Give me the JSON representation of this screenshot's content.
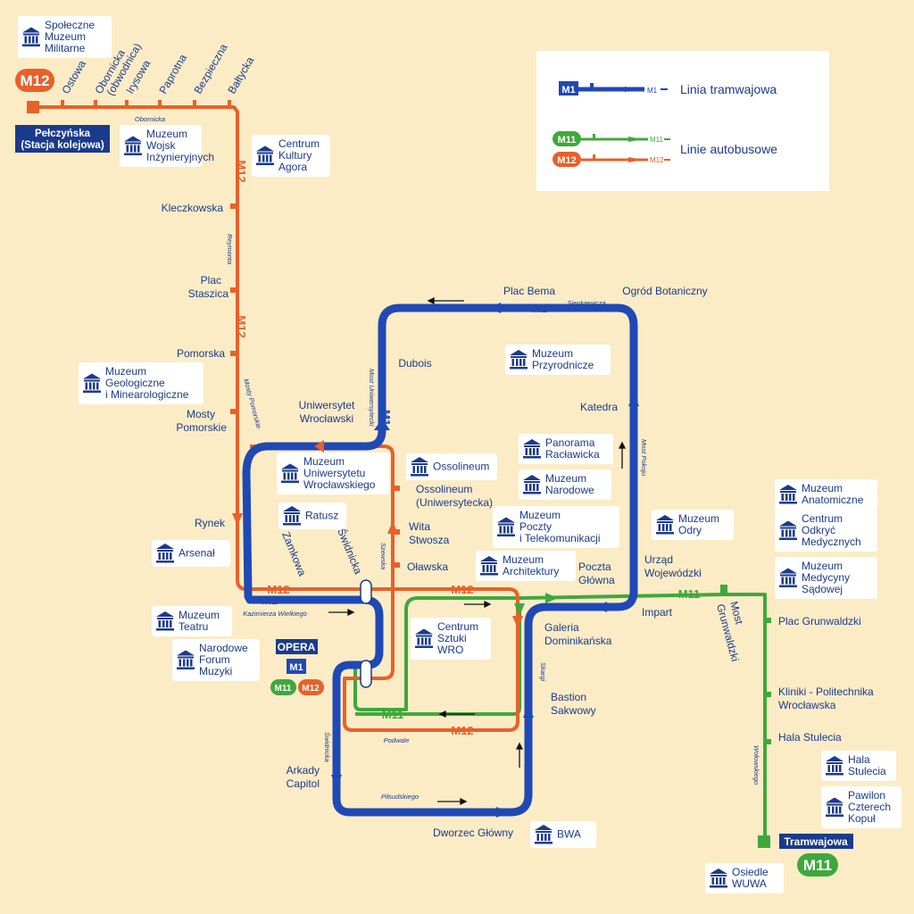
{
  "colors": {
    "background": "#fbecc6",
    "tram_m1": "#1f49b5",
    "bus_m11": "#3fa83c",
    "bus_m12": "#e9602a",
    "text": "#1b3a8c"
  },
  "legend": {
    "tram_badge": "M1",
    "tram_arrow_label": "M1",
    "tram_text": "Linia tramwajowa",
    "bus_badge_1": "M11",
    "bus_badge_2": "M12",
    "bus_arrow_label_1": "M11",
    "bus_arrow_label_2": "M12",
    "bus_text": "Linie autobusowe"
  },
  "line_labels": {
    "m12_start": "M12",
    "m12": "M12",
    "m1": "M1",
    "m11": "M11",
    "m11_end": "M11"
  },
  "terminals": {
    "pelczynska_line1": "Pełczyńska",
    "pelczynska_line2": "(Stacja kolejowa)",
    "tramwajowa": "Tramwajowa",
    "opera": "OPERA",
    "opera_m1": "M1",
    "opera_m11": "M11",
    "opera_m12": "M12"
  },
  "stations": {
    "ostowa": "Ostowa",
    "obornicka_1": "Obornicka",
    "obornicka_2": "(obwodnica)",
    "irysowa": "Irysowa",
    "paprotna": "Paprotna",
    "bezpieczna": "Bezpieczna",
    "baltycka": "Bałtycka",
    "kleczkowska": "Kleczkowska",
    "plac_staszica_1": "Plac",
    "plac_staszica_2": "Staszica",
    "pomorska": "Pomorska",
    "mosty_pomorskie_1": "Mosty",
    "mosty_pomorskie_2": "Pomorskie",
    "rynek": "Rynek",
    "uniwersytet_1": "Uniwersytet",
    "uniwersytet_2": "Wrocławski",
    "dubois": "Dubois",
    "plac_bema": "Plac Bema",
    "ogrod": "Ogród Botaniczny",
    "katedra": "Katedra",
    "ossolineum_1": "Ossolineum",
    "ossolineum_2": "(Uniwersytecka)",
    "wita_1": "Wita",
    "wita_2": "Stwosza",
    "olawska": "Oławska",
    "poczta_1": "Poczta",
    "poczta_2": "Główna",
    "urzad_1": "Urząd",
    "urzad_2": "Wojewódzki",
    "impart": "Impart",
    "galeria_1": "Galeria",
    "galeria_2": "Dominikańska",
    "bastion_1": "Bastion",
    "bastion_2": "Sakwowy",
    "arkady_1": "Arkady",
    "arkady_2": "Capitol",
    "dworzec": "Dworzec Główny",
    "most_grunwaldzki_1": "Most",
    "most_grunwaldzki_2": "Grunwaldzki",
    "plac_grunwaldzki": "Plac Grunwaldzki",
    "kliniki_1": "Kliniki - Politechnika",
    "kliniki_2": "Wrocławska",
    "hala_stulecia": "Hala Stulecia",
    "zamkowa": "Zamkowa",
    "swidnicka": "Świdnicka"
  },
  "streets": {
    "obornicka": "Obornicka",
    "reymonta": "Reymonta",
    "mosty_pomorskie": "Mosty Pomorskie",
    "most_uniwersytecki": "Most Uniwersytecki",
    "sienkiewicza": "Sienkiewicza",
    "most_pokoju": "Most Pokoju",
    "szewska": "Szewska",
    "kazimierza": "Kazimierza Wielkiego",
    "skargi": "Skargi",
    "podwale": "Podwale",
    "swidnicka": "Świdnicka",
    "pilsudskiego": "Piłsudskiego",
    "wybrzeze": "Wołowskiego"
  },
  "pois": {
    "spoleczne": [
      "Społeczne",
      "Muzeum",
      "Militarne"
    ],
    "wojsk": [
      "Muzeum",
      "Wojsk",
      "Inżynieryjnych"
    ],
    "agora": [
      "Centrum",
      "Kultury",
      "Agora"
    ],
    "geologiczne": [
      "Muzeum",
      "Geologiczne",
      "i Minearologiczne"
    ],
    "uniwersytetu": [
      "Muzeum",
      "Uniwersytetu",
      "Wrocławskiego"
    ],
    "ossolineum": [
      "Ossolineum"
    ],
    "ratusz": [
      "Ratusz"
    ],
    "arsenal": [
      "Arsenał"
    ],
    "przyrodnicze": [
      "Muzeum",
      "Przyrodnicze"
    ],
    "panorama": [
      "Panorama",
      "Racławicka"
    ],
    "narodowe": [
      "Muzeum",
      "Narodowe"
    ],
    "poczty": [
      "Muzeum",
      "Poczty",
      "i Telekomunikacji"
    ],
    "architektury": [
      "Muzeum",
      "Architektury"
    ],
    "odry": [
      "Muzeum",
      "Odry"
    ],
    "anatomiczne": [
      "Muzeum",
      "Anatomiczne"
    ],
    "odkryc": [
      "Centrum",
      "Odkryć",
      "Medycznych"
    ],
    "sadowej": [
      "Muzeum",
      "Medycyny",
      "Sądowej"
    ],
    "teatru": [
      "Muzeum",
      "Teatru"
    ],
    "nfm": [
      "Narodowe",
      "Forum",
      "Muzyki"
    ],
    "wro": [
      "Centrum",
      "Sztuki",
      "WRO"
    ],
    "bwa": [
      "BWA"
    ],
    "hala": [
      "Hala",
      "Stulecia"
    ],
    "pawilon": [
      "Pawilon",
      "Czterech",
      "Kopuł"
    ],
    "wuwa": [
      "Osiedle",
      "WUWA"
    ]
  }
}
